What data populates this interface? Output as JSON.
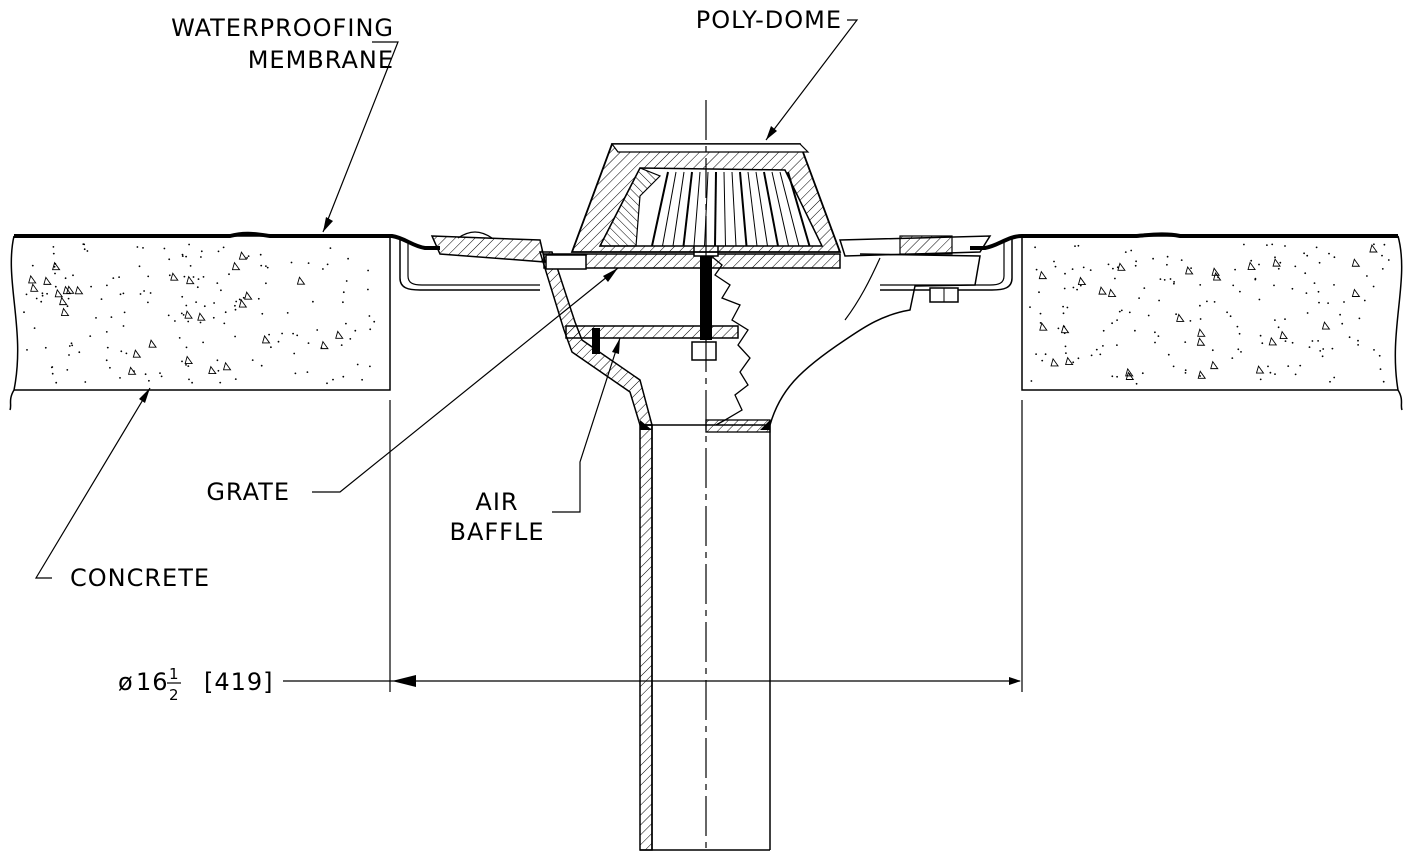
{
  "labels": {
    "waterproofing_line1": "WATERPROOFING",
    "waterproofing_line2": "MEMBRANE",
    "poly_dome": "POLY-DOME",
    "grate": "GRATE",
    "air_line1": "AIR",
    "air_line2": "BAFFLE",
    "concrete": "CONCRETE"
  },
  "dimension": {
    "diameter_symbol": "ø",
    "whole": "16",
    "frac_num": "1",
    "frac_den": "2",
    "metric": "[419]"
  },
  "colors": {
    "ink": "#000000",
    "background": "#ffffff"
  }
}
